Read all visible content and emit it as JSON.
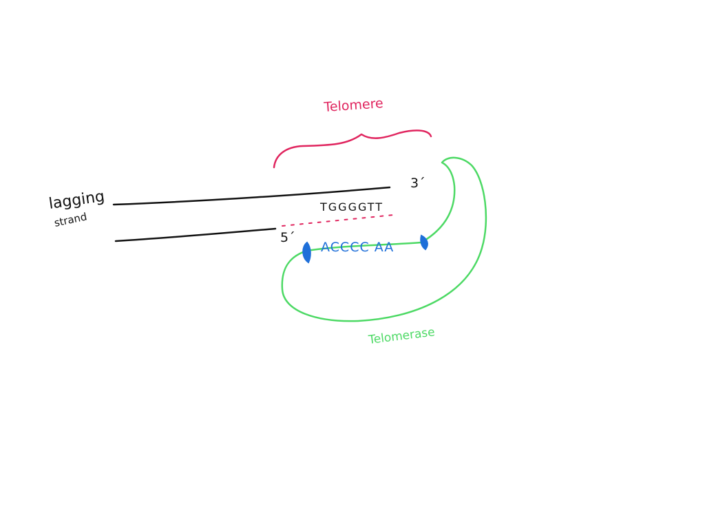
{
  "labels": {
    "lagging_line1": "lagging",
    "lagging_line2": "strand",
    "telomere": "Telomere",
    "telomerase": "Telomerase",
    "prime3": "3´",
    "prime5": "5´",
    "dna_sequence": "TGGGGTT",
    "rna_template": "ACCCC AA"
  },
  "colors": {
    "strand": "#111111",
    "telomere": "#e0245e",
    "telomerase": "#4cd964",
    "rna_template": "#1e6fd9"
  }
}
